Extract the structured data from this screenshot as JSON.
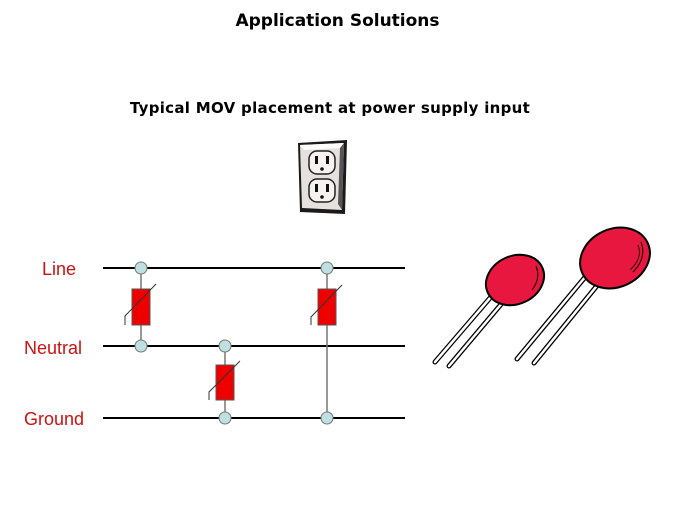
{
  "slide": {
    "title": "Application Solutions",
    "subtitle": "Typical MOV placement at power supply input"
  },
  "circuit": {
    "rails": [
      {
        "id": "line",
        "label": "Line"
      },
      {
        "id": "neutral",
        "label": "Neutral"
      },
      {
        "id": "ground",
        "label": "Ground"
      }
    ],
    "movs": [
      {
        "name": "mov-line-neutral",
        "from": "line",
        "to": "neutral"
      },
      {
        "name": "mov-neutral-ground",
        "from": "neutral",
        "to": "ground"
      },
      {
        "name": "mov-line-ground",
        "from": "line",
        "to": "ground"
      }
    ],
    "colors": {
      "label": "#cc1111",
      "mov_body": "#ee0000",
      "node": "#bfe0e0",
      "wire": "#000000",
      "lead": "#777777"
    }
  },
  "illustrations": {
    "outlet": "duplex-wall-outlet",
    "components": [
      "small-radial-mov",
      "large-radial-mov"
    ]
  }
}
